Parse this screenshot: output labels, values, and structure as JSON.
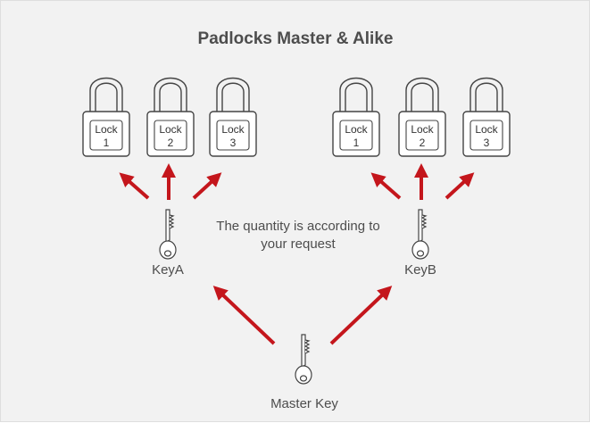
{
  "title": "Padlocks Master & Alike",
  "caption_line1": "The quantity is according to",
  "caption_line2": "your request",
  "groups": [
    {
      "key_label": "KeyA",
      "locks": [
        [
          "Lock",
          "1"
        ],
        [
          "Lock",
          "2"
        ],
        [
          "Lock",
          "3"
        ]
      ]
    },
    {
      "key_label": "KeyB",
      "locks": [
        [
          "Lock",
          "1"
        ],
        [
          "Lock",
          "2"
        ],
        [
          "Lock",
          "3"
        ]
      ]
    }
  ],
  "master_key_label": "Master Key",
  "colors": {
    "arrow": "#c4161c",
    "background": "#f2f2f2",
    "text": "#4d4d4d"
  },
  "icons": {
    "lock": "padlock-icon",
    "key": "key-icon"
  }
}
